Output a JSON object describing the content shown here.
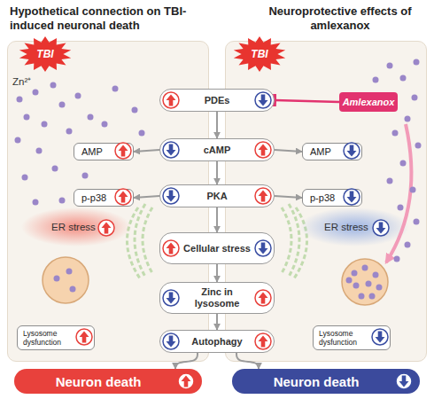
{
  "diagram": {
    "nodes": [
      {
        "text": [
          "Hypothetical connection on TBI-induced neuronal death"
        ]
      },
      {
        "text": [
          "TBI"
        ],
        "in": 0
      },
      {
        "text": [
          "Neuroprotective effects of amlexanox"
        ]
      },
      {
        "text": [
          "TBI"
        ],
        "in": 2
      },
      {
        "text": [
          "PDEs"
        ]
      },
      {
        "text": [
          "Amlexanox"
        ],
        "in": 2
      },
      {
        "text": [
          "AMP"
        ],
        "in": 0
      },
      {
        "text": [
          "cAMP"
        ]
      },
      {
        "text": [
          "AMP"
        ],
        "in": 2
      },
      {
        "text": [
          "p-p38"
        ],
        "in": 0
      },
      {
        "text": [
          "PKA"
        ]
      },
      {
        "text": [
          "p-p38"
        ],
        "in": 2
      },
      {
        "text": [
          "Cellular stress"
        ]
      },
      {
        "text": [
          "Zinc in lysosome"
        ]
      },
      {
        "text": [
          "Lysosome dysfunction"
        ],
        "in": 0
      },
      {
        "text": [
          "Autophagy"
        ]
      },
      {
        "text": [
          "Lysosome dysfunction"
        ],
        "in": 2
      },
      {
        "text": [
          "Neuron death"
        ]
      },
      {
        "text": [
          "Neuron death"
        ]
      }
    ],
    "edges": [
      {
        "from": 4,
        "to": 7,
        "arrow": "to"
      },
      {
        "from": 7,
        "to": 10,
        "arrow": "to"
      },
      {
        "from": 10,
        "to": 12,
        "arrow": "to"
      },
      {
        "from": 12,
        "to": 13,
        "arrow": "to"
      },
      {
        "from": 13,
        "to": 15,
        "arrow": "to"
      },
      {
        "from": 7,
        "to": 6,
        "arrow": "to"
      },
      {
        "from": 7,
        "to": 8,
        "arrow": "to"
      },
      {
        "from": 10,
        "to": 9,
        "arrow": "to"
      },
      {
        "from": 10,
        "to": 11,
        "arrow": "to"
      },
      {
        "from": 5,
        "to": 4,
        "arrow": "to"
      },
      {
        "from": 15,
        "to": 17,
        "arrow": "to"
      },
      {
        "from": 15,
        "to": 18,
        "arrow": "to"
      }
    ],
    "labels": [
      "Zn²⁺",
      "ER stress",
      "ER stress"
    ]
  }
}
